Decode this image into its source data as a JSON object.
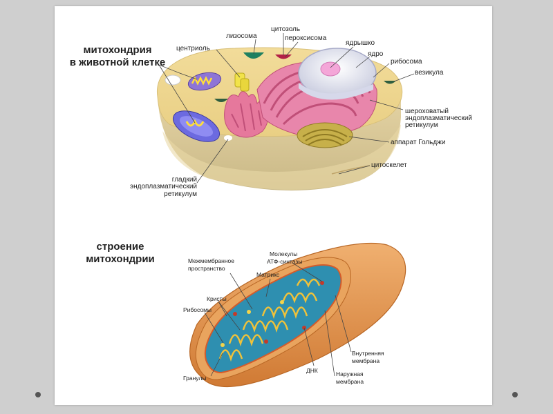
{
  "headings": {
    "cell": [
      "митохондрия",
      "в животной клетке"
    ],
    "mito": [
      "строение",
      "митохондрии"
    ]
  },
  "cell_labels": {
    "lysosome": "лизосома",
    "cytosol": "цитозоль",
    "peroxisome": "пероксисома",
    "centriole": "центриоль",
    "nucleolus": "ядрышко",
    "nucleus": "ядро",
    "ribosome": "рибосома",
    "vesicle": "везикула",
    "rough_er": [
      "шероховатый",
      "эндоплазматический",
      "ретикулум"
    ],
    "golgi": "аппарат Гольджи",
    "cytoskeleton": "цитоскелет",
    "smooth_er": [
      "гладкий",
      "эндоплазматический",
      "ретикулум"
    ]
  },
  "mito_labels": {
    "intermembrane": [
      "Межмембранное",
      "пространство"
    ],
    "atp_synthase": [
      "Молекулы",
      "АТФ-синтазы"
    ],
    "matrix": "Матрикс",
    "cristae": "Кристы",
    "ribosomes": "Рибосомы",
    "inner_membrane": [
      "Внутренняя",
      "мембрана"
    ],
    "dna": "ДНК",
    "outer_membrane": [
      "Наружная",
      "мембрана"
    ],
    "granules": "Гранулы"
  }
}
